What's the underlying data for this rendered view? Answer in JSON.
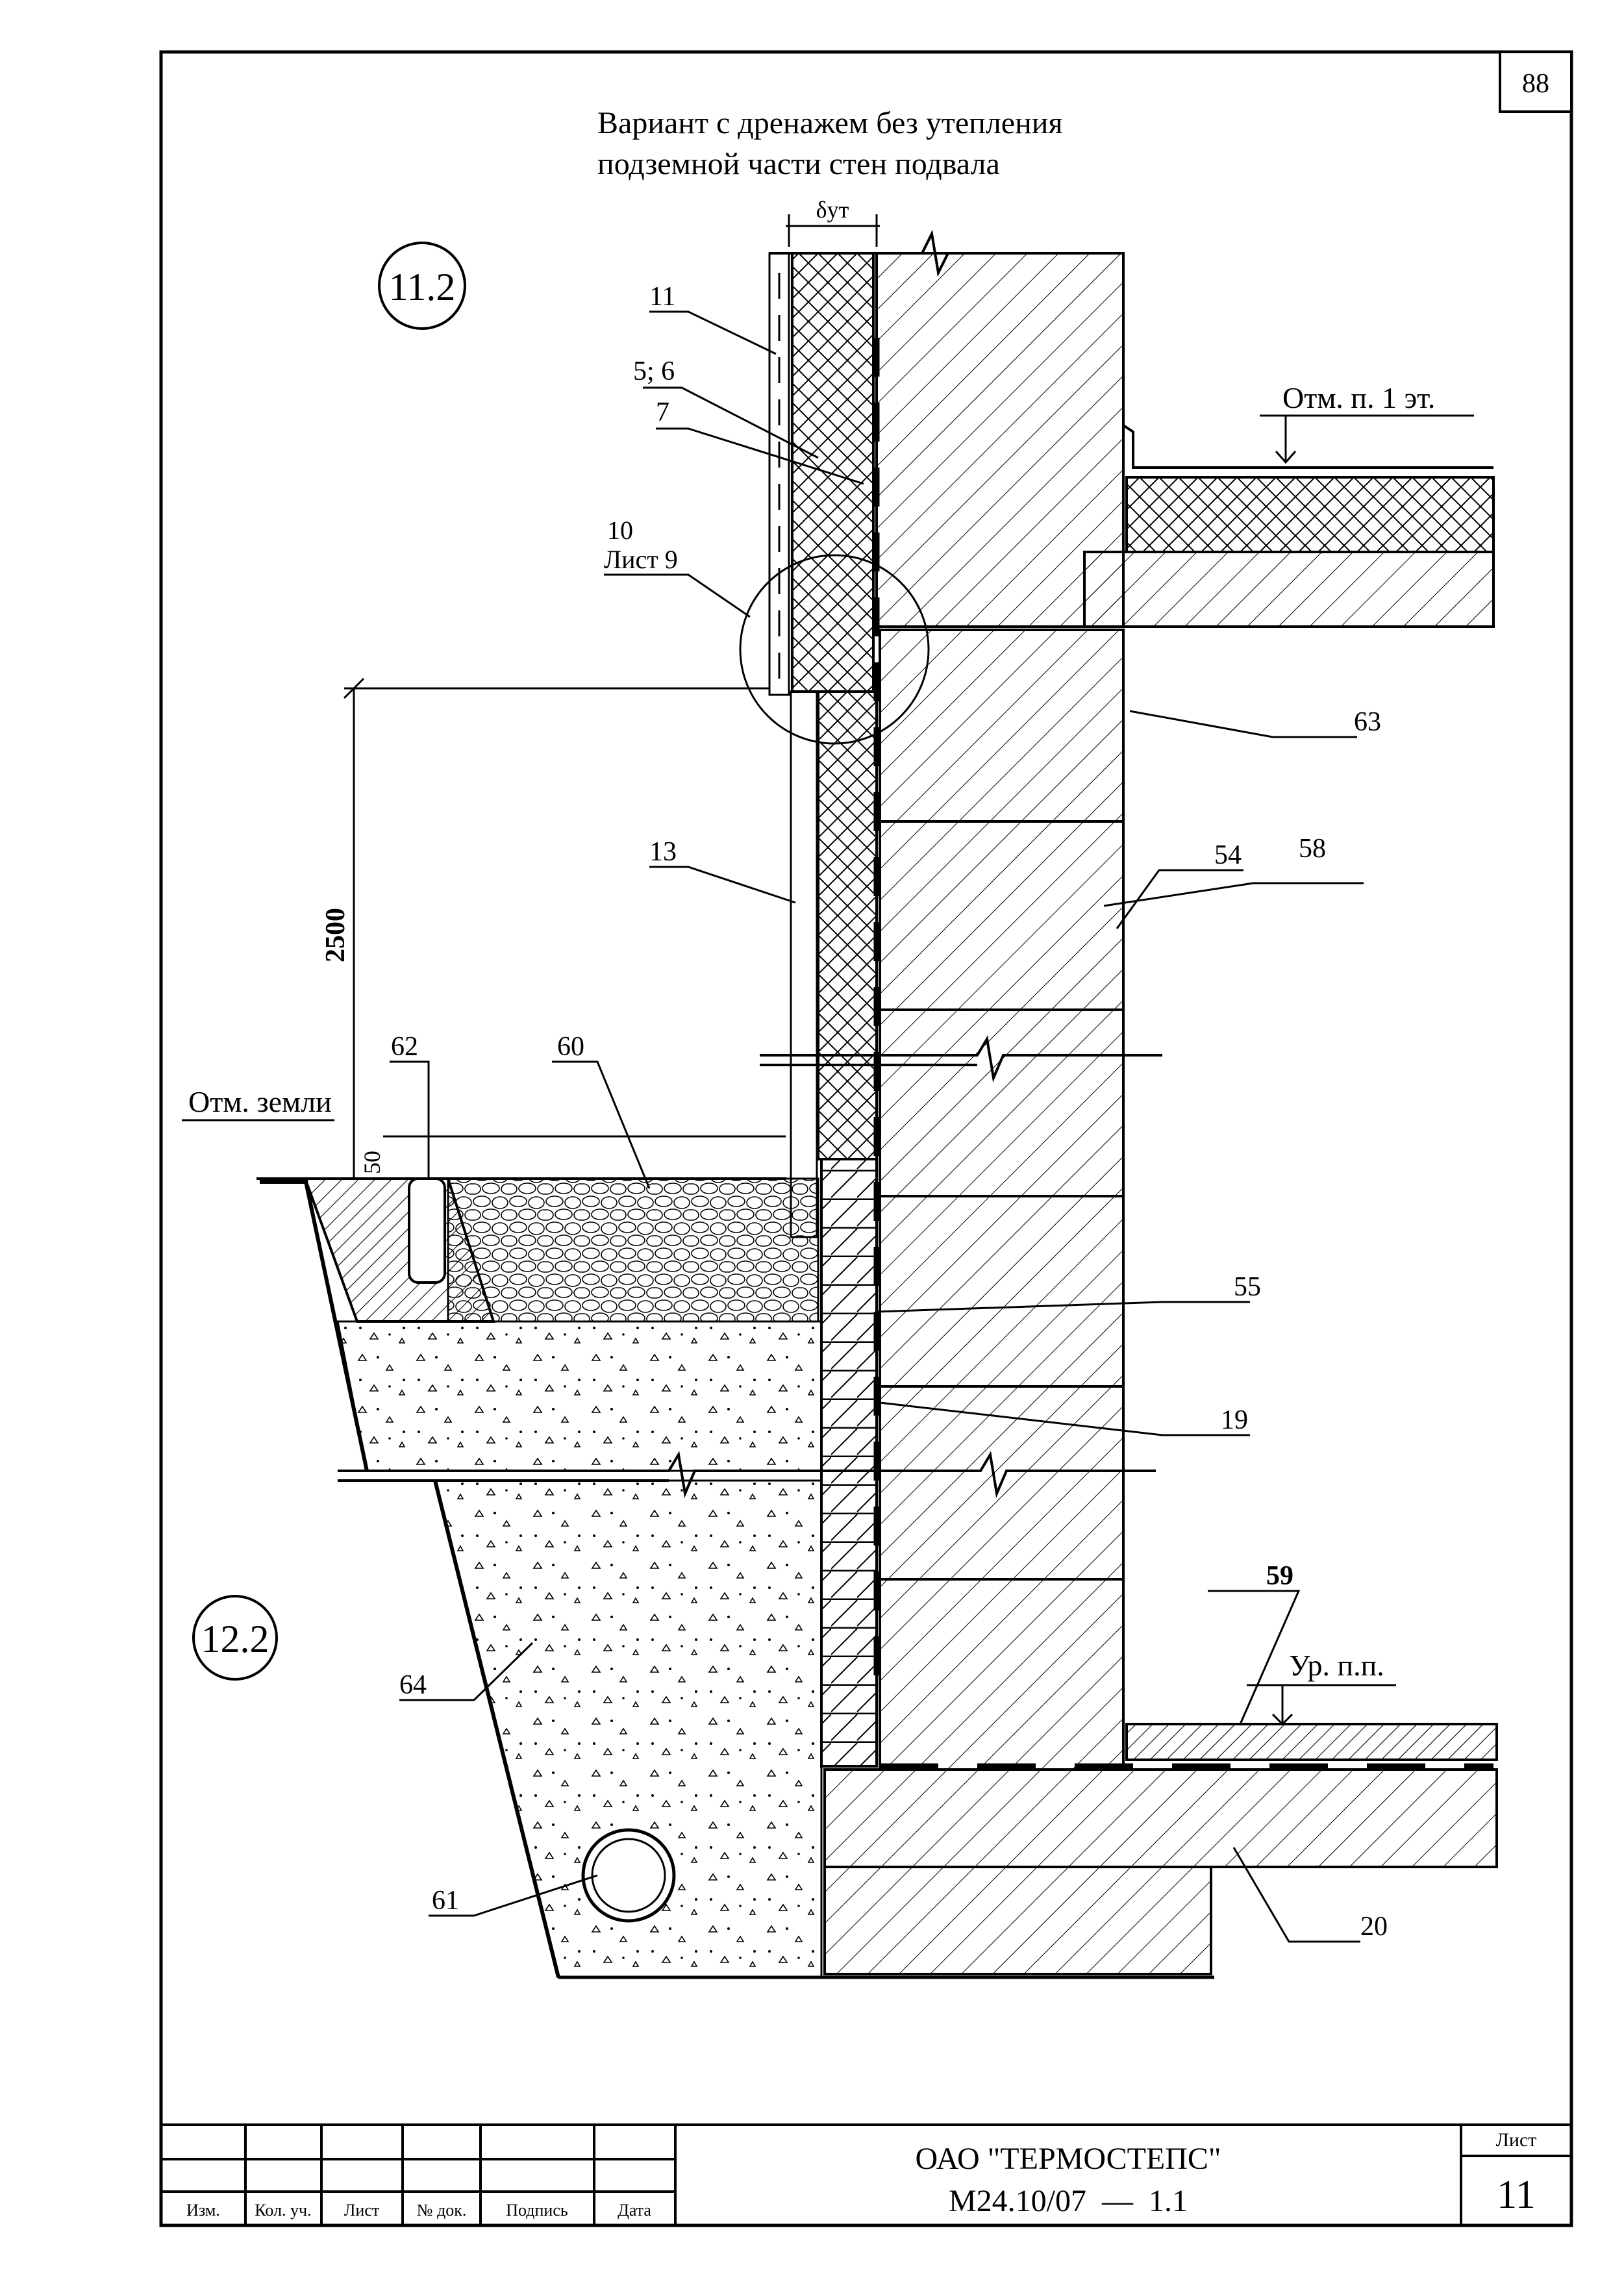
{
  "sheet": {
    "page_number": "88",
    "title_line1": "Вариант с дренажем без утепления",
    "title_line2": "подземной части стен подвала"
  },
  "callouts": {
    "node_top": "11.2",
    "node_bottom": "12.2"
  },
  "labels": {
    "l11": "11",
    "l56": "5; 6",
    "l7": "7",
    "l10": "10",
    "l10_sheet": "Лист 9",
    "l13": "13",
    "l62": "62",
    "l60": "60",
    "l63": "63",
    "l54": "54",
    "l58": "58",
    "l55": "55",
    "l19": "19",
    "l59": "59",
    "l64": "64",
    "l61": "61",
    "l20": "20",
    "delta": "δут"
  },
  "levels": {
    "floor1": "Отм. п. 1 эт.",
    "ground": "Отм. земли",
    "floor_level": "Ур. п.п."
  },
  "dimensions": {
    "d2500": "2500",
    "d50": "50"
  },
  "title_block": {
    "headers": [
      "Изм.",
      "Кол. уч.",
      "Лист",
      "№ док.",
      "Подпись",
      "Дата"
    ],
    "organization": "ОАО \"ТЕРМОСТЕПС\"",
    "doc_code": "М24.10/07  —  1.1",
    "sheet_label": "Лист",
    "sheet_number": "11"
  }
}
